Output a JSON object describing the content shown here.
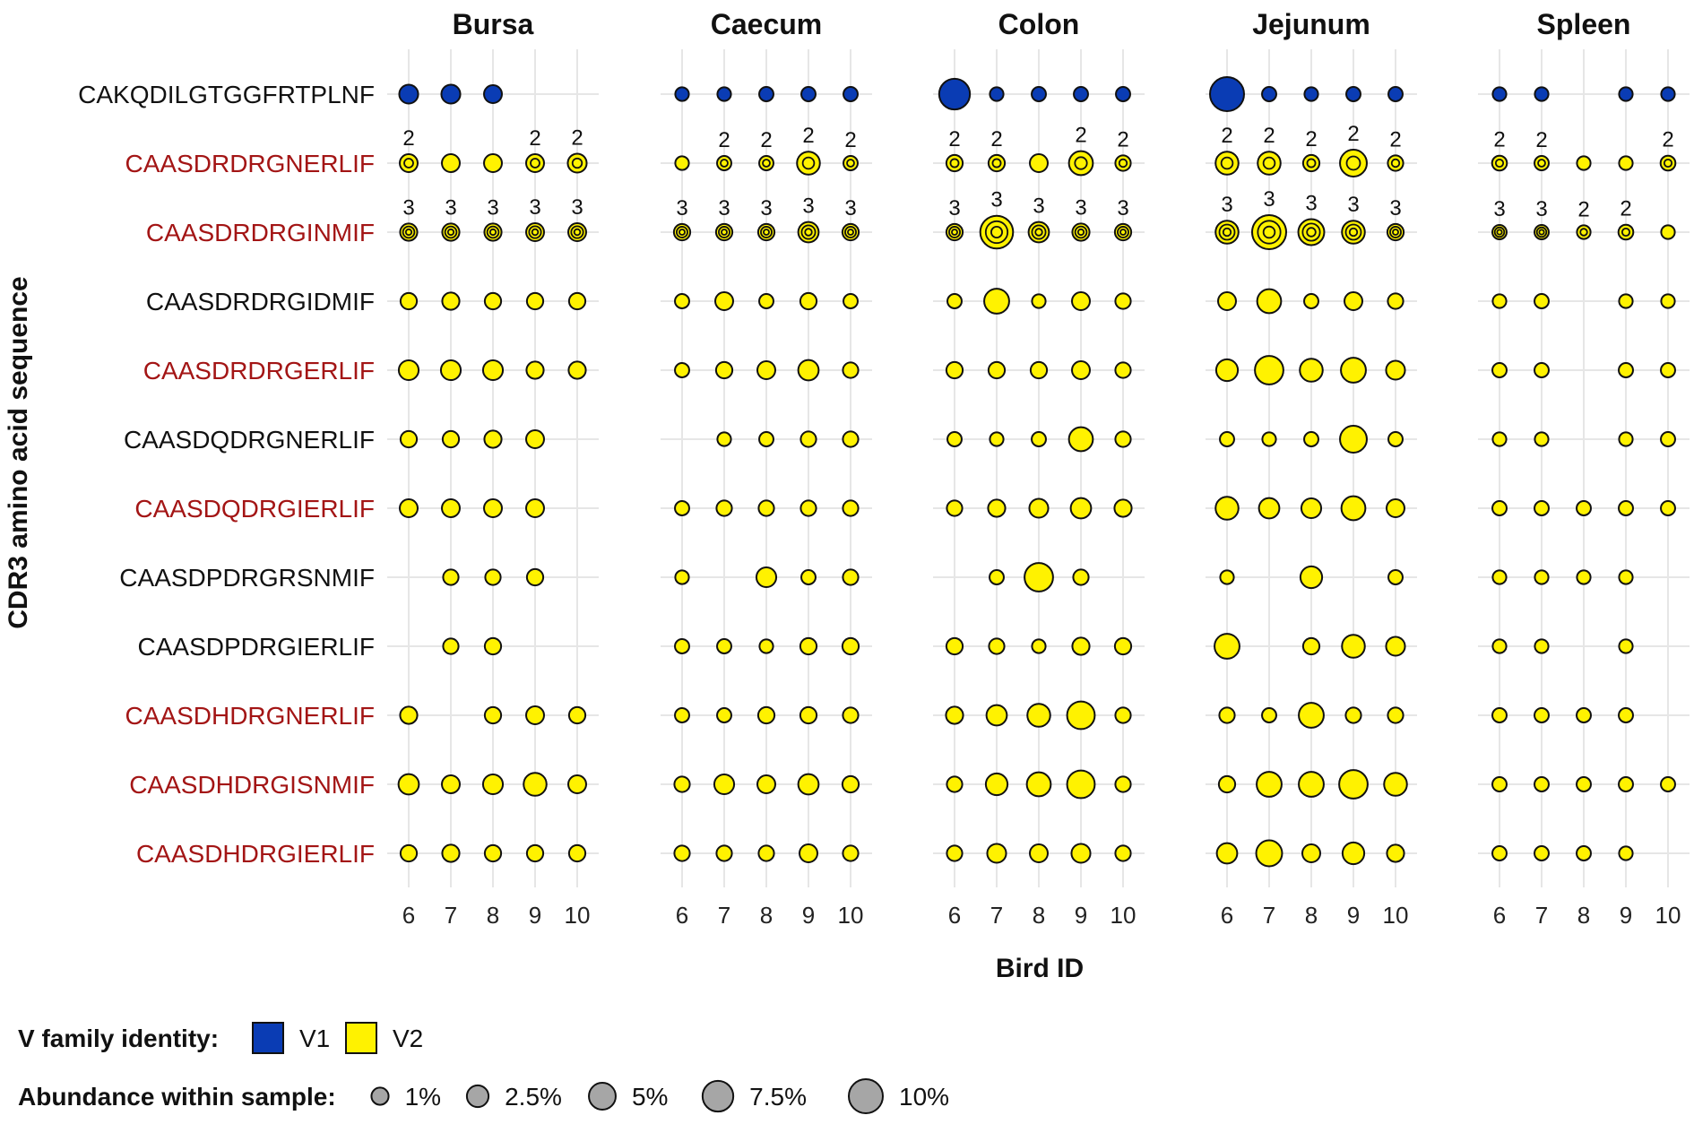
{
  "chart_data": {
    "type": "scatter",
    "xlabel": "Bird ID",
    "ylabel": "CDR3 amino acid sequence",
    "x": [
      6,
      7,
      8,
      9,
      10
    ],
    "facets": [
      "Bursa",
      "Caecum",
      "Colon",
      "Jejunum",
      "Spleen"
    ],
    "sequences": [
      {
        "label": "CAKQDILGTGGFRTPLNF",
        "color": "#111111",
        "v": "V1"
      },
      {
        "label": "CAASDRDRGNERLIF",
        "color": "#a31515",
        "v": "V2"
      },
      {
        "label": "CAASDRDRGINMIF",
        "color": "#a31515",
        "v": "V2"
      },
      {
        "label": "CAASDRDRGIDMIF",
        "color": "#111111",
        "v": "V2"
      },
      {
        "label": "CAASDRDRGERLIF",
        "color": "#a31515",
        "v": "V2"
      },
      {
        "label": "CAASDQDRGNERLIF",
        "color": "#111111",
        "v": "V2"
      },
      {
        "label": "CAASDQDRGIERLIF",
        "color": "#a31515",
        "v": "V2"
      },
      {
        "label": "CAASDPDRGRSNMIF",
        "color": "#111111",
        "v": "V2"
      },
      {
        "label": "CAASDPDRGIERLIF",
        "color": "#111111",
        "v": "V2"
      },
      {
        "label": "CAASDHDRGNERLIF",
        "color": "#a31515",
        "v": "V2"
      },
      {
        "label": "CAASDHDRGISNMIF",
        "color": "#a31515",
        "v": "V2"
      },
      {
        "label": "CAASDHDRGIERLIF",
        "color": "#a31515",
        "v": "V2"
      }
    ],
    "abundance": {
      "Bursa": [
        [
          1.5,
          1.5,
          1.2,
          null,
          null
        ],
        [
          1.2,
          1.2,
          1.2,
          1.2,
          1.5
        ],
        [
          1.0,
          1.0,
          1.0,
          1.2,
          1.2
        ],
        [
          0.8,
          1.0,
          0.8,
          0.8,
          0.8
        ],
        [
          1.8,
          1.8,
          1.8,
          1.0,
          1.0
        ],
        [
          0.8,
          0.8,
          1.0,
          1.2,
          null
        ],
        [
          1.2,
          1.2,
          1.2,
          1.2,
          null
        ],
        [
          null,
          0.6,
          0.6,
          0.8,
          null
        ],
        [
          null,
          0.6,
          0.8,
          null,
          null
        ],
        [
          1.0,
          null,
          0.8,
          1.2,
          0.8
        ],
        [
          2.0,
          1.2,
          1.8,
          3.0,
          1.2
        ],
        [
          0.8,
          1.0,
          0.8,
          0.8,
          0.8
        ]
      ],
      "Caecum": [
        [
          0.3,
          0.3,
          0.4,
          0.4,
          0.4
        ],
        [
          0.3,
          0.4,
          0.4,
          3.0,
          0.4
        ],
        [
          0.8,
          0.8,
          0.8,
          2.0,
          0.8
        ],
        [
          0.4,
          1.2,
          0.4,
          0.8,
          0.4
        ],
        [
          0.4,
          0.8,
          1.2,
          2.0,
          0.6
        ],
        [
          null,
          0.3,
          0.4,
          0.6,
          0.6
        ],
        [
          0.4,
          0.6,
          0.6,
          0.6,
          0.6
        ],
        [
          0.3,
          null,
          1.8,
          0.4,
          0.6
        ],
        [
          0.4,
          0.4,
          0.3,
          0.8,
          0.8
        ],
        [
          0.4,
          0.4,
          0.8,
          0.8,
          0.6
        ],
        [
          0.6,
          1.8,
          1.2,
          2.0,
          0.8
        ],
        [
          0.6,
          0.6,
          0.6,
          1.2,
          0.6
        ]
      ],
      "Colon": [
        [
          7.5,
          0.3,
          0.4,
          0.4,
          0.4
        ],
        [
          0.8,
          0.8,
          1.2,
          3.5,
          0.6
        ],
        [
          0.8,
          9.0,
          2.0,
          1.0,
          0.8
        ],
        [
          0.4,
          4.0,
          0.3,
          1.2,
          0.6
        ],
        [
          0.8,
          0.8,
          0.8,
          1.2,
          0.6
        ],
        [
          0.4,
          0.3,
          0.4,
          3.5,
          0.6
        ],
        [
          0.6,
          1.0,
          1.5,
          2.0,
          1.0
        ],
        [
          null,
          0.4,
          6.0,
          0.6,
          null
        ],
        [
          0.8,
          0.6,
          0.3,
          1.0,
          0.8
        ],
        [
          1.0,
          2.0,
          3.0,
          5.5,
          0.6
        ],
        [
          0.6,
          2.5,
          3.5,
          5.5,
          0.6
        ],
        [
          0.6,
          1.5,
          1.2,
          1.5,
          0.6
        ]
      ],
      "Jejunum": [
        [
          10.0,
          0.4,
          0.3,
          0.4,
          0.4
        ],
        [
          3.0,
          3.0,
          0.8,
          5.0,
          0.6
        ],
        [
          3.0,
          10.0,
          4.5,
          3.0,
          0.8
        ],
        [
          1.2,
          3.5,
          0.4,
          1.2,
          0.6
        ],
        [
          2.5,
          6.0,
          3.0,
          4.0,
          1.5
        ],
        [
          0.4,
          0.3,
          0.4,
          5.0,
          0.4
        ],
        [
          3.0,
          2.0,
          1.8,
          3.5,
          1.2
        ],
        [
          0.3,
          null,
          2.5,
          null,
          0.4
        ],
        [
          4.0,
          null,
          0.8,
          3.0,
          1.5
        ],
        [
          0.6,
          0.4,
          4.0,
          0.6,
          0.6
        ],
        [
          0.8,
          4.0,
          4.0,
          6.0,
          3.0
        ],
        [
          2.0,
          4.5,
          1.2,
          2.5,
          1.0
        ]
      ],
      "Spleen": [
        [
          0.3,
          0.3,
          null,
          0.3,
          0.3
        ],
        [
          0.5,
          0.4,
          0.3,
          0.3,
          0.5
        ],
        [
          0.4,
          0.4,
          0.3,
          0.5,
          0.3
        ],
        [
          0.3,
          0.4,
          null,
          0.3,
          0.3
        ],
        [
          0.4,
          0.4,
          null,
          0.4,
          0.4
        ],
        [
          0.3,
          0.3,
          null,
          0.3,
          0.4
        ],
        [
          0.4,
          0.4,
          0.4,
          0.4,
          0.4
        ],
        [
          0.3,
          0.3,
          0.3,
          0.3,
          null
        ],
        [
          0.3,
          0.3,
          null,
          0.3,
          null
        ],
        [
          0.4,
          0.4,
          0.4,
          0.4,
          null
        ],
        [
          0.4,
          0.4,
          0.4,
          0.4,
          0.4
        ],
        [
          0.4,
          0.4,
          0.4,
          0.3,
          null
        ]
      ]
    },
    "counts": {
      "Bursa": [
        [
          null,
          null,
          null,
          null,
          null
        ],
        [
          "2",
          null,
          null,
          "2",
          "2"
        ],
        [
          "3",
          "3",
          "3",
          "3",
          "3"
        ],
        [
          null,
          null,
          null,
          null,
          null
        ],
        [
          null,
          null,
          null,
          null,
          null
        ],
        [
          null,
          null,
          null,
          null,
          null
        ],
        [
          null,
          null,
          null,
          null,
          null
        ],
        [
          null,
          null,
          null,
          null,
          null
        ],
        [
          null,
          null,
          null,
          null,
          null
        ],
        [
          null,
          null,
          null,
          null,
          null
        ],
        [
          null,
          null,
          null,
          null,
          null
        ],
        [
          null,
          null,
          null,
          null,
          null
        ]
      ],
      "Caecum": [
        [
          null,
          null,
          null,
          null,
          null
        ],
        [
          null,
          "2",
          "2",
          "2",
          "2"
        ],
        [
          "3",
          "3",
          "3",
          "3",
          "3"
        ],
        [
          null,
          null,
          null,
          null,
          null
        ],
        [
          null,
          null,
          null,
          null,
          null
        ],
        [
          null,
          null,
          null,
          null,
          null
        ],
        [
          null,
          null,
          null,
          null,
          null
        ],
        [
          null,
          null,
          null,
          null,
          null
        ],
        [
          null,
          null,
          null,
          null,
          null
        ],
        [
          null,
          null,
          null,
          null,
          null
        ],
        [
          null,
          null,
          null,
          null,
          null
        ],
        [
          null,
          null,
          null,
          null,
          null
        ]
      ],
      "Colon": [
        [
          null,
          null,
          null,
          null,
          null
        ],
        [
          "2",
          "2",
          null,
          "2",
          "2"
        ],
        [
          "3",
          "3",
          "3",
          "3",
          "3"
        ],
        [
          null,
          null,
          null,
          null,
          null
        ],
        [
          null,
          null,
          null,
          null,
          null
        ],
        [
          null,
          null,
          null,
          null,
          null
        ],
        [
          null,
          null,
          null,
          null,
          null
        ],
        [
          null,
          null,
          null,
          null,
          null
        ],
        [
          null,
          null,
          null,
          null,
          null
        ],
        [
          null,
          null,
          null,
          null,
          null
        ],
        [
          null,
          null,
          null,
          null,
          null
        ],
        [
          null,
          null,
          null,
          null,
          null
        ]
      ],
      "Jejunum": [
        [
          null,
          null,
          null,
          null,
          null
        ],
        [
          "2",
          "2",
          "2",
          "2",
          "2"
        ],
        [
          "3",
          "3",
          "3",
          "3",
          "3"
        ],
        [
          null,
          null,
          null,
          null,
          null
        ],
        [
          null,
          null,
          null,
          null,
          null
        ],
        [
          null,
          null,
          null,
          null,
          null
        ],
        [
          null,
          null,
          null,
          null,
          null
        ],
        [
          null,
          null,
          null,
          null,
          null
        ],
        [
          null,
          null,
          null,
          null,
          null
        ],
        [
          null,
          null,
          null,
          null,
          null
        ],
        [
          null,
          null,
          null,
          null,
          null
        ],
        [
          null,
          null,
          null,
          null,
          null
        ]
      ],
      "Spleen": [
        [
          null,
          null,
          null,
          null,
          null
        ],
        [
          "2",
          "2",
          null,
          null,
          "2"
        ],
        [
          "3",
          "3",
          "2",
          "2",
          null
        ],
        [
          null,
          null,
          null,
          null,
          null
        ],
        [
          null,
          null,
          null,
          null,
          null
        ],
        [
          null,
          null,
          null,
          null,
          null
        ],
        [
          null,
          null,
          null,
          null,
          null
        ],
        [
          null,
          null,
          null,
          null,
          null
        ],
        [
          null,
          null,
          null,
          null,
          null
        ],
        [
          null,
          null,
          null,
          null,
          null
        ],
        [
          null,
          null,
          null,
          null,
          null
        ],
        [
          null,
          null,
          null,
          null,
          null
        ]
      ]
    },
    "legend": {
      "v_family_title": "V family identity:",
      "v_family_items": [
        {
          "label": "V1",
          "color": "#0a3cb4"
        },
        {
          "label": "V2",
          "color": "#fff200"
        }
      ],
      "abundance_title": "Abundance within sample:",
      "abundance_items": [
        {
          "label": "1%",
          "value": 1
        },
        {
          "label": "2.5%",
          "value": 2.5
        },
        {
          "label": "5%",
          "value": 5
        },
        {
          "label": "7.5%",
          "value": 7.5
        },
        {
          "label": "10%",
          "value": 10
        }
      ],
      "abundance_color": "#a6a6a6"
    },
    "colors": {
      "V1": "#0a3cb4",
      "V2": "#fff200",
      "outline": "#111111"
    }
  }
}
